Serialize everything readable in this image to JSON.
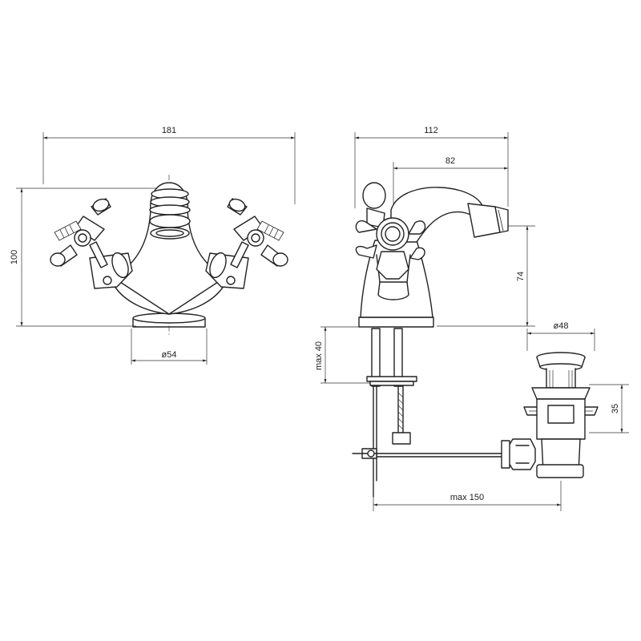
{
  "drawing": {
    "front_view": {
      "overall_width": "181",
      "overall_height": "100",
      "base_diameter": "ø54"
    },
    "side_view": {
      "overall_depth": "112",
      "spout_reach": "82",
      "spout_height": "74",
      "max_deck_thickness": "max 40",
      "max_drain_distance": "max 150"
    },
    "drain_view": {
      "plug_diameter": "ø48",
      "plug_height": "35"
    },
    "colors": {
      "line": "#222222",
      "background": "#ffffff"
    }
  }
}
